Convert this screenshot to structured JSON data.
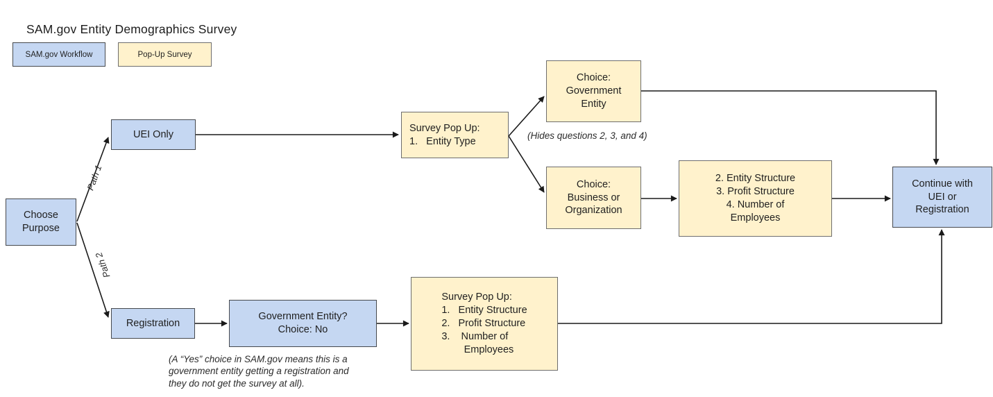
{
  "title": "SAM.gov Entity Demographics Survey",
  "legend": {
    "workflow_label": "SAM.gov Workflow",
    "survey_label": "Pop-Up Survey"
  },
  "colors": {
    "workflow_fill": "#c5d7f2",
    "workflow_border": "#45484d",
    "survey_fill": "#fff2cc",
    "survey_border": "#6d6d6d",
    "connector": "#1a1a1a",
    "text": "#1f1f1f"
  },
  "nodes": {
    "choose_purpose": {
      "type": "SAM.gov Workflow",
      "label": "Choose\nPurpose"
    },
    "uei_only": {
      "type": "SAM.gov Workflow",
      "label": "UEI Only"
    },
    "registration": {
      "type": "SAM.gov Workflow",
      "label": "Registration"
    },
    "gov_entity_question": {
      "type": "SAM.gov Workflow",
      "label": "Government Entity?\nChoice: No"
    },
    "survey_popup_entity_type": {
      "type": "Pop-Up Survey",
      "label": "Survey Pop Up:\n1.   Entity Type"
    },
    "choice_government_entity": {
      "type": "Pop-Up Survey",
      "label": "Choice:\nGovernment\nEntity"
    },
    "choice_business_or_org": {
      "type": "Pop-Up Survey",
      "label": "Choice:\nBusiness or\nOrganization"
    },
    "survey_popup_registration": {
      "type": "Pop-Up Survey",
      "label": "Survey Pop Up:\n1.   Entity Structure\n2.   Profit Structure\n3.    Number of\n        Employees"
    },
    "questions_2_3_4": {
      "type": "Pop-Up Survey",
      "label": "2. Entity Structure\n3. Profit Structure\n4. Number of\nEmployees"
    },
    "continue_uei_or_registration": {
      "type": "SAM.gov Workflow",
      "label": "Continue with\nUEI or\nRegistration"
    }
  },
  "edge_labels": {
    "path_1": "Path 1",
    "path_2": "Path 2"
  },
  "annotations": {
    "hides_questions": "(Hides questions 2, 3, and 4)",
    "yes_note": "(A “Yes” choice in SAM.gov means this is a\ngovernment entity getting a registration and\nthey do not get the survey at all)."
  }
}
